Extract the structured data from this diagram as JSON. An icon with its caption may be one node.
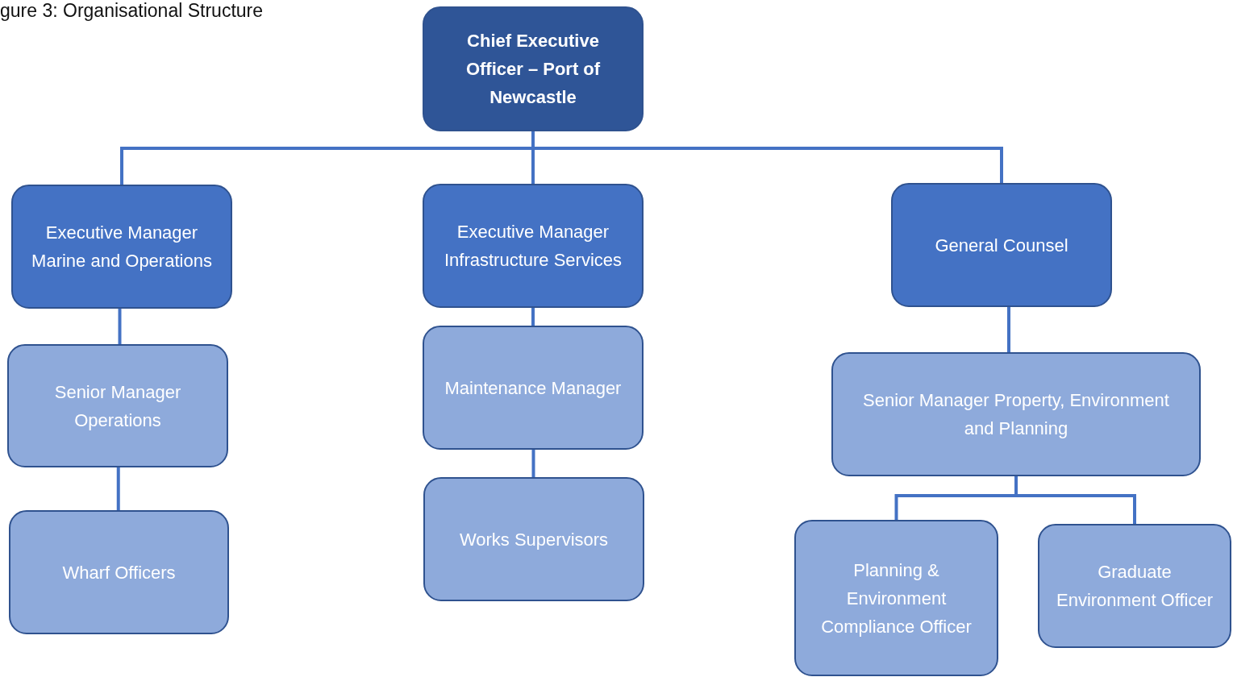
{
  "diagram": {
    "caption": "gure 3: Organisational Structure",
    "nodes": [
      {
        "text": [
          "Chief Executive Officer – Port of Newcastle"
        ]
      },
      {
        "text": [
          "Executive Manager Marine and Operations"
        ]
      },
      {
        "text": [
          "Executive Manager Infrastructure Services"
        ]
      },
      {
        "text": [
          "General Counsel"
        ]
      },
      {
        "text": [
          "Senior Manager Operations"
        ]
      },
      {
        "text": [
          "Wharf Officers"
        ]
      },
      {
        "text": [
          "Maintenance Manager"
        ]
      },
      {
        "text": [
          "Works Supervisors"
        ]
      },
      {
        "text": [
          "Senior Manager Property, Environment and Planning"
        ]
      },
      {
        "text": [
          "Planning & Environment Compliance Officer"
        ]
      },
      {
        "text": [
          "Graduate Environment Officer"
        ]
      }
    ],
    "edges": [
      {
        "from": 0,
        "to": 1,
        "arrow": "none"
      },
      {
        "from": 0,
        "to": 2,
        "arrow": "none"
      },
      {
        "from": 0,
        "to": 3,
        "arrow": "none"
      },
      {
        "from": 1,
        "to": 4,
        "arrow": "none"
      },
      {
        "from": 4,
        "to": 5,
        "arrow": "none"
      },
      {
        "from": 2,
        "to": 6,
        "arrow": "none"
      },
      {
        "from": 6,
        "to": 7,
        "arrow": "none"
      },
      {
        "from": 3,
        "to": 8,
        "arrow": "none"
      },
      {
        "from": 8,
        "to": 9,
        "arrow": "none"
      },
      {
        "from": 8,
        "to": 10,
        "arrow": "none"
      }
    ]
  }
}
